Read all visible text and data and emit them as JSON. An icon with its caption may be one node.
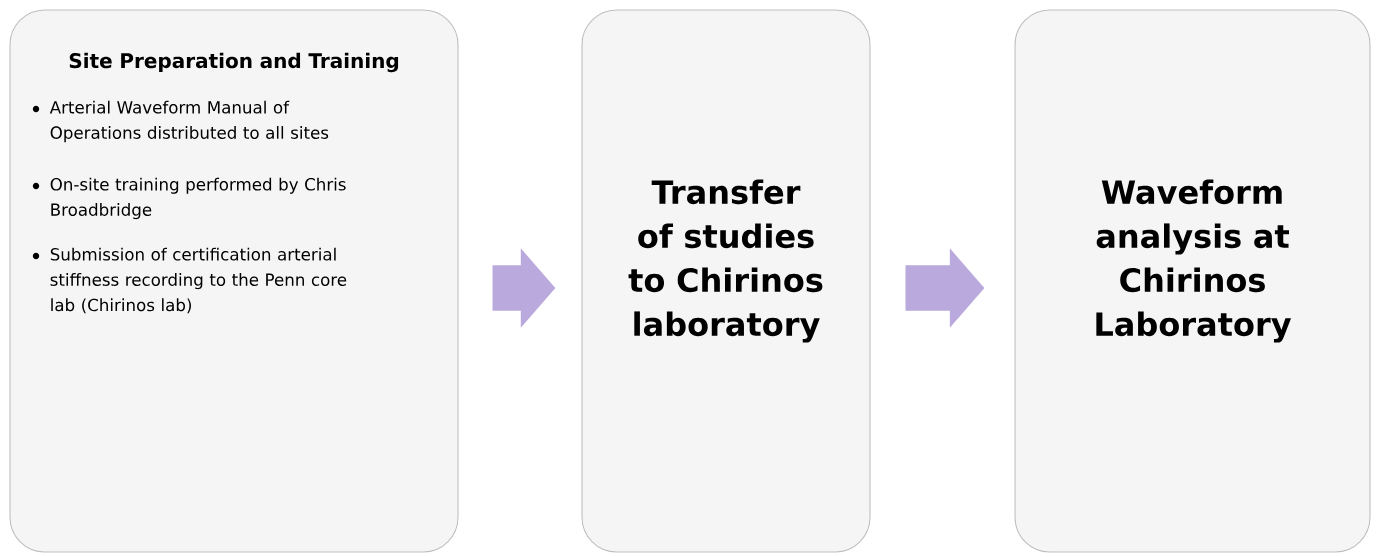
{
  "diagram": {
    "nodes": [
      {
        "text": [
          "Site Preparation and Training",
          "Arterial Waveform Manual of Operations distributed to all sites",
          "On-site training performed by Chris Broadbridge",
          "Submission of certification arterial stiffness recording to the Penn core lab (Chirinos lab)"
        ]
      },
      {
        "text": [
          "Transfer of studies to Chirinos laboratory"
        ]
      },
      {
        "text": [
          "Waveform analysis at Chirinos Laboratory"
        ]
      }
    ],
    "edges": [
      {
        "from": 0,
        "to": 1,
        "arrow": "to"
      },
      {
        "from": 1,
        "to": 2,
        "arrow": "to"
      }
    ]
  }
}
